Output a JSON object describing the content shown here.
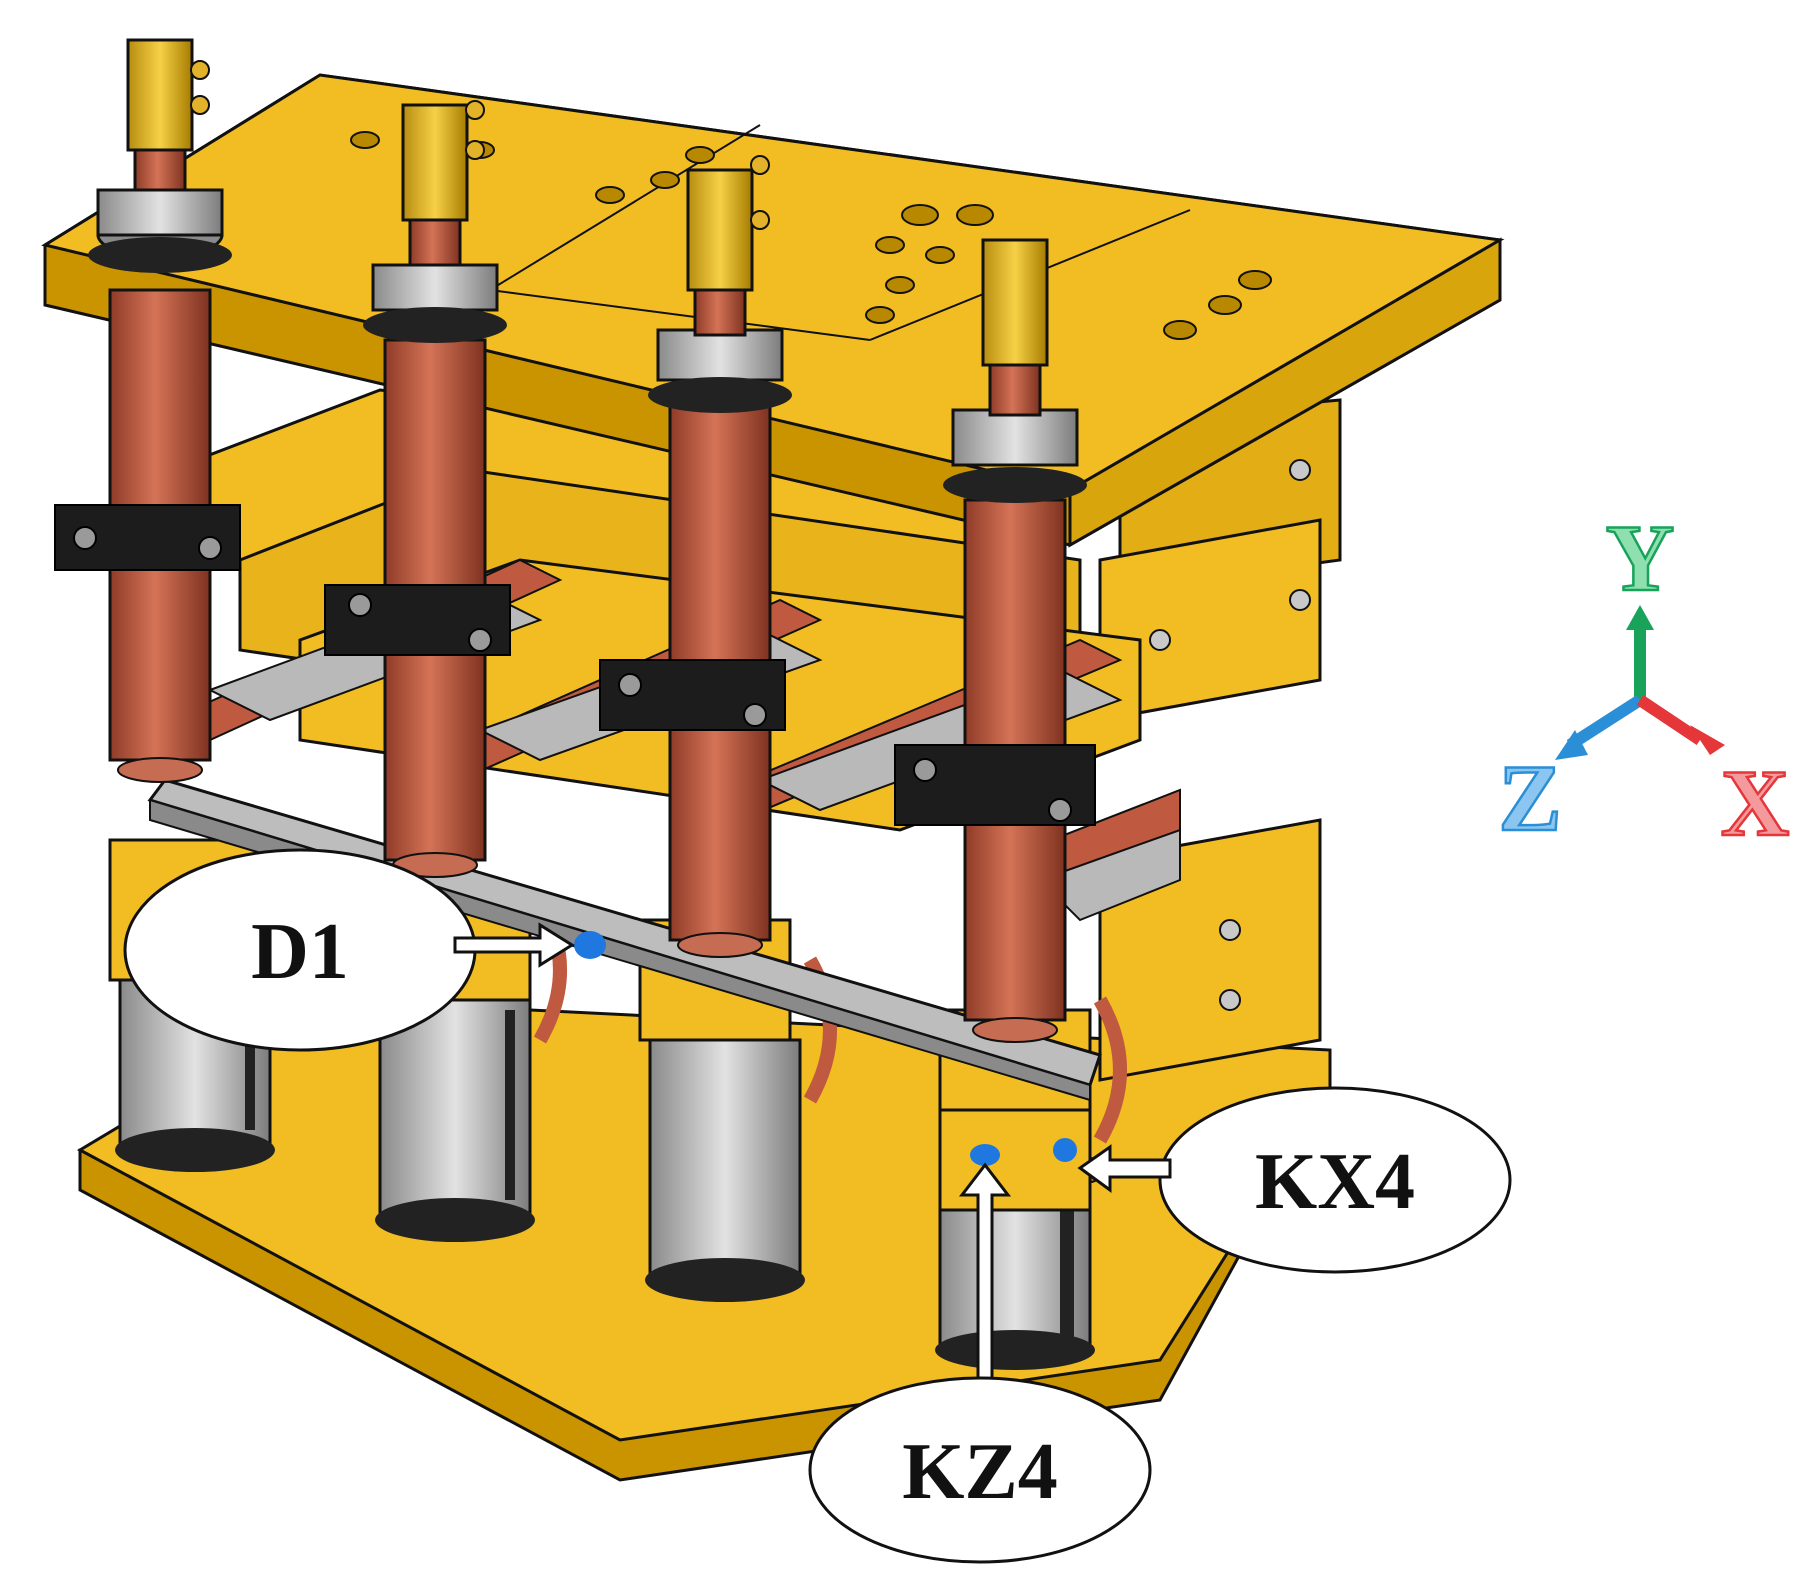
{
  "callouts": {
    "d1": "D1",
    "kx4": "KX4",
    "kz4": "KZ4"
  },
  "axes": {
    "x": "X",
    "y": "Y",
    "z": "Z",
    "colors": {
      "x": "#e5363a",
      "y": "#19a35a",
      "z": "#2a8fd6"
    }
  },
  "palette": {
    "plate": "#f2bd22",
    "plate_dark": "#c99400",
    "copper": "#bf5a40",
    "steel": "#a9a9a9",
    "clamp": "#1c1c1c",
    "marker": "#1f77e0"
  }
}
